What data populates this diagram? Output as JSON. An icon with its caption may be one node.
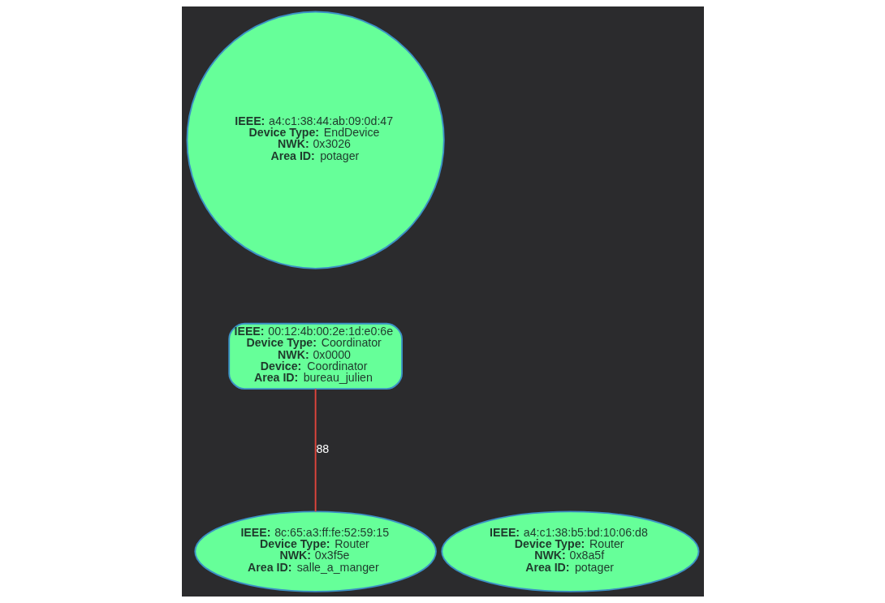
{
  "diagram": {
    "nodes": [
      {
        "text": [
          "**IEEE:** a4:c1:38:44:ab:09:0d:47",
          "**Device Type:** EndDevice",
          "**NWK:** 0x3026",
          "**Area ID:** potager"
        ]
      },
      {
        "text": [
          "**IEEE:** 00:12:4b:00:2e:1d:e0:6e",
          "**Device Type:** Coordinator",
          "**NWK:** 0x0000",
          "**Device:** Coordinator",
          "**Area ID:** bureau_julien"
        ]
      },
      {
        "text": [
          "**IEEE:** 8c:65:a3:ff:fe:52:59:15",
          "**Device Type:** Router",
          "**NWK:** 0x3f5e",
          "**Area ID:** salle_a_manger"
        ]
      },
      {
        "text": [
          "**IEEE:** a4:c1:38:b5:bd:10:06:d8",
          "**Device Type:** Router",
          "**NWK:** 0x8a5f",
          "**Area ID:** potager"
        ]
      }
    ],
    "edges": [
      {
        "from": 1,
        "to": 2,
        "arrow": "none",
        "label": "88"
      }
    ]
  }
}
